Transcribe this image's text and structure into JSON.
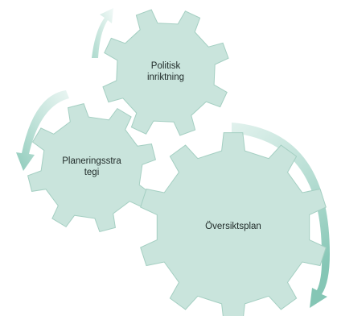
{
  "diagram": {
    "gears": [
      {
        "id": "politisk",
        "label": "Politisk\ninriktning"
      },
      {
        "id": "planering",
        "label": "Planeringsstra\ntegi"
      },
      {
        "id": "oversikt",
        "label": "Översiktsplan"
      }
    ],
    "colors": {
      "gear_fill": "#c9e4dc",
      "gear_stroke": "#a4cfc2",
      "arrow": "#a9d8cb"
    }
  }
}
